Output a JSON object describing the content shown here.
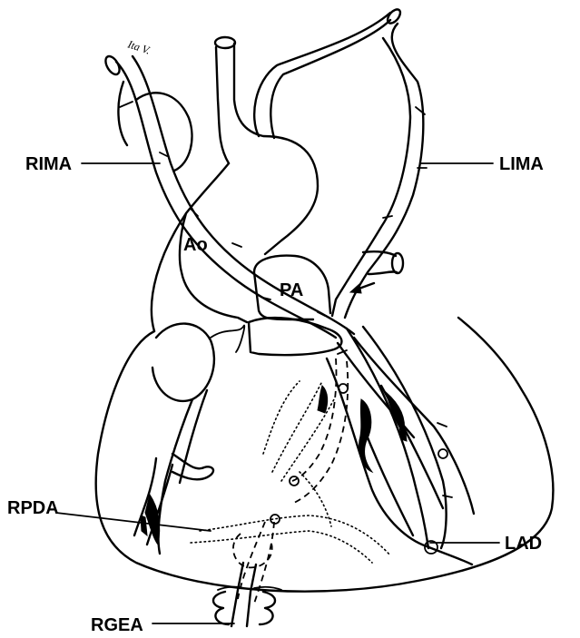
{
  "labels": {
    "rima": "RIMA",
    "lima": "LIMA",
    "ao": "Ao",
    "pa": "PA",
    "rpda": "RPDA",
    "lad": "LAD",
    "rgea": "RGEA",
    "ita_v": "Ita V."
  }
}
